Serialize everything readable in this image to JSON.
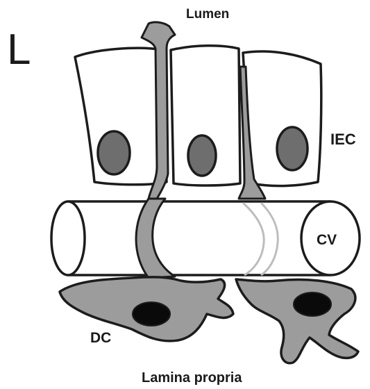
{
  "figure": {
    "panel_letter": "L",
    "labels": {
      "lumen": "Lumen",
      "iec": "IEC",
      "cv": "CV",
      "dc": "DC",
      "lamina_propria": "Lamina propria"
    }
  },
  "colors": {
    "outline": "#1c1c1c",
    "dc_fill": "#9c9c9c",
    "nucleus_fill": "#6e6e6e",
    "dc_nucleus_fill": "#0a0a0a",
    "cell_fill": "#ffffff",
    "ghost_outline": "#bdbdbd"
  }
}
